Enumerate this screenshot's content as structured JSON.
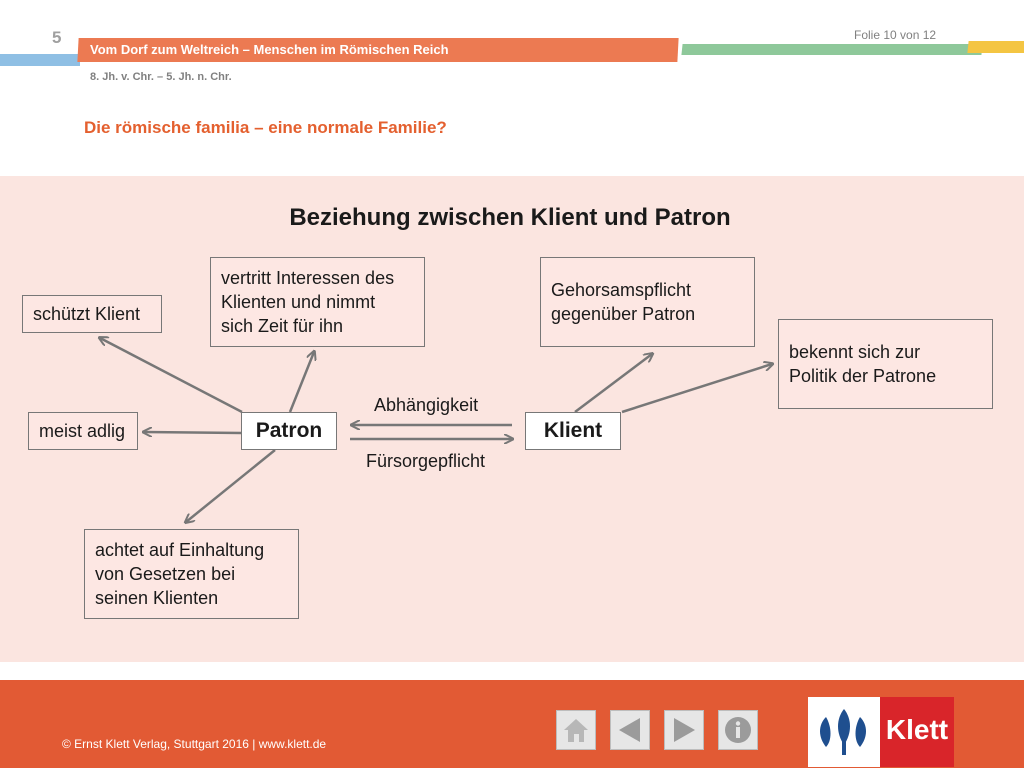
{
  "header": {
    "chapter_number": "5",
    "banner_title": "Vom Dorf zum Weltreich – Menschen im Römischen Reich",
    "slide_counter": "Folie 10 von 12",
    "period": "8. Jh. v. Chr. – 5. Jh. n. Chr.",
    "subtitle": "Die römische familia – eine normale Familie?"
  },
  "diagram": {
    "title": "Beziehung zwischen Klient und Patron",
    "center_left": "Patron",
    "center_right": "Klient",
    "arrow_top_label": "Abhängigkeit",
    "arrow_bottom_label": "Fürsorgepflicht",
    "patron_boxes": {
      "protects": "schützt Klient",
      "represents_lines": [
        "vertritt Interessen des",
        "Klienten und nimmt",
        "sich Zeit für ihn"
      ],
      "noble": "meist adlig",
      "laws_lines": [
        "achtet auf Einhaltung",
        "von Gesetzen bei",
        "seinen Klienten"
      ]
    },
    "klient_boxes": {
      "obedience_lines": [
        "Gehorsamspflicht",
        "gegenüber Patron"
      ],
      "politics_lines": [
        "bekennt sich zur",
        "Politik der Patrone"
      ]
    }
  },
  "footer": {
    "copyright": "© Ernst Klett Verlag, Stuttgart 2016 | www.klett.de",
    "logo_text": "Klett",
    "nav": [
      "home-icon",
      "previous-icon",
      "next-icon",
      "info-icon"
    ]
  },
  "colors": {
    "accent_orange": "#e25a34",
    "content_bg": "#fbe5e0",
    "subtitle": "#e4602f",
    "logo_red": "#d9252a"
  }
}
